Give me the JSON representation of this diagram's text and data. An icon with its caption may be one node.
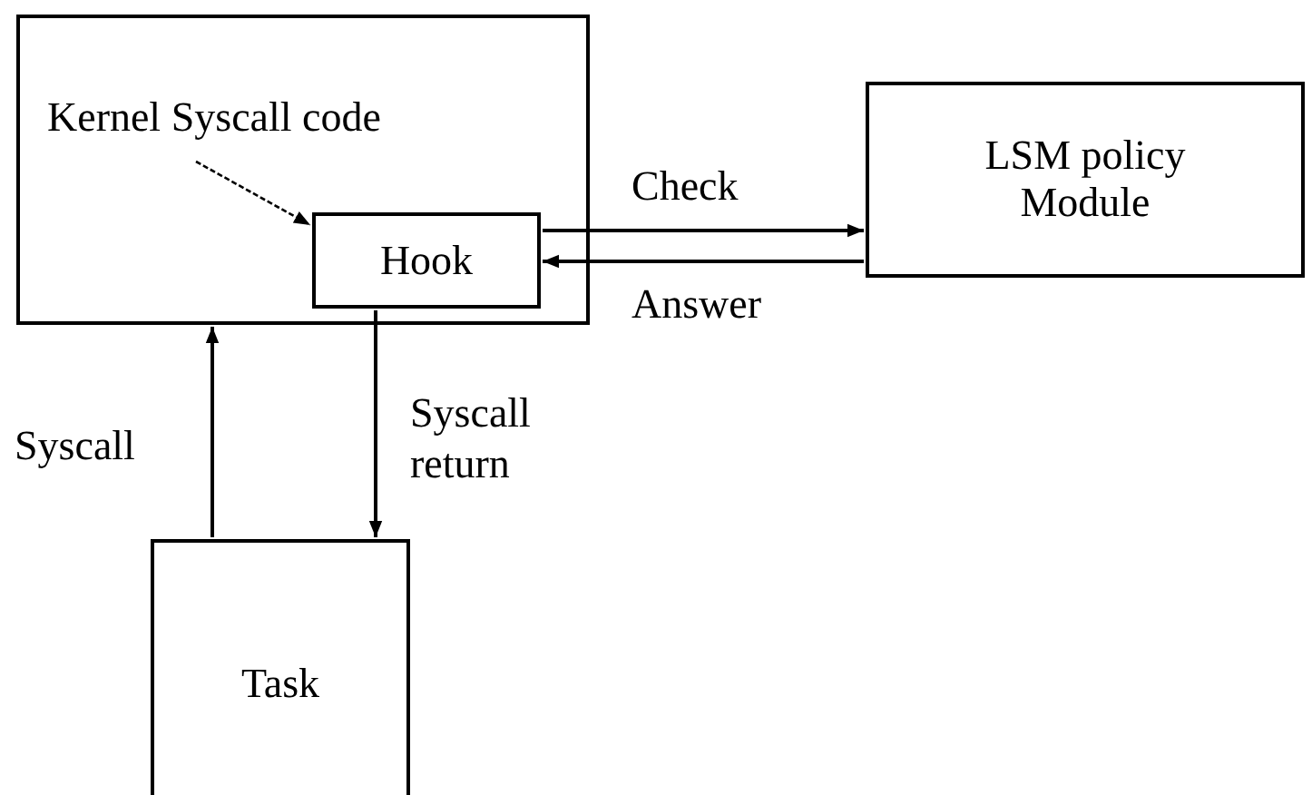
{
  "diagram": {
    "nodes": [
      {
        "text": [],
        "shape": "box"
      },
      {
        "text": [
          "Kernel Syscall code"
        ],
        "in": 0
      },
      {
        "text": [
          "Hook"
        ],
        "in": 0
      },
      {
        "text": [
          "LSM policy Module"
        ]
      },
      {
        "text": [
          "Task"
        ]
      }
    ],
    "edges": [
      {
        "from": 1,
        "to": 2,
        "arrow": "to",
        "style": "dashed"
      },
      {
        "from": 2,
        "to": 3,
        "arrow": "to",
        "label": "Check"
      },
      {
        "from": 3,
        "to": 2,
        "arrow": "to",
        "label": "Answer"
      },
      {
        "from": 4,
        "to": 0,
        "arrow": "to",
        "label": "Syscall"
      },
      {
        "from": 2,
        "to": 4,
        "arrow": "to",
        "label": "Syscall return"
      }
    ]
  }
}
